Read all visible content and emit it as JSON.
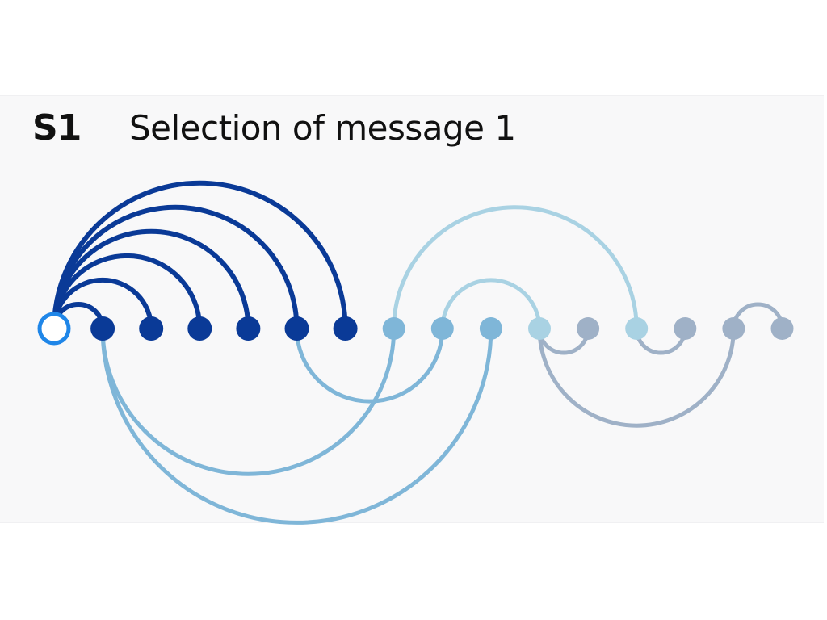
{
  "figure": {
    "label": "S1",
    "title": "Selection of message 1"
  },
  "colors": {
    "dark_blue": "#0a3a97",
    "mid_blue": "#7fb6d8",
    "light_blue": "#a9d2e3",
    "gray_blue": "#9fb1c7",
    "start_fill": "#ffffff",
    "start_stroke": "#1f86e8"
  },
  "nodes": [
    {
      "id": 0,
      "group": "start"
    },
    {
      "id": 1,
      "group": "dark_blue"
    },
    {
      "id": 2,
      "group": "dark_blue"
    },
    {
      "id": 3,
      "group": "dark_blue"
    },
    {
      "id": 4,
      "group": "dark_blue"
    },
    {
      "id": 5,
      "group": "dark_blue"
    },
    {
      "id": 6,
      "group": "dark_blue"
    },
    {
      "id": 7,
      "group": "mid_blue"
    },
    {
      "id": 8,
      "group": "mid_blue"
    },
    {
      "id": 9,
      "group": "mid_blue"
    },
    {
      "id": 10,
      "group": "light_blue"
    },
    {
      "id": 11,
      "group": "gray_blue"
    },
    {
      "id": 12,
      "group": "light_blue"
    },
    {
      "id": 13,
      "group": "gray_blue"
    },
    {
      "id": 14,
      "group": "gray_blue"
    },
    {
      "id": 15,
      "group": "gray_blue"
    }
  ],
  "arcs": [
    {
      "from": 0,
      "to": 1,
      "side": "above",
      "color": "dark_blue"
    },
    {
      "from": 0,
      "to": 2,
      "side": "above",
      "color": "dark_blue"
    },
    {
      "from": 0,
      "to": 3,
      "side": "above",
      "color": "dark_blue"
    },
    {
      "from": 0,
      "to": 4,
      "side": "above",
      "color": "dark_blue"
    },
    {
      "from": 0,
      "to": 5,
      "side": "above",
      "color": "dark_blue"
    },
    {
      "from": 0,
      "to": 6,
      "side": "above",
      "color": "dark_blue"
    },
    {
      "from": 7,
      "to": 12,
      "side": "above",
      "color": "light_blue"
    },
    {
      "from": 8,
      "to": 10,
      "side": "above",
      "color": "light_blue"
    },
    {
      "from": 14,
      "to": 15,
      "side": "above",
      "color": "gray_blue"
    },
    {
      "from": 1,
      "to": 7,
      "side": "below",
      "color": "mid_blue"
    },
    {
      "from": 1,
      "to": 9,
      "side": "below",
      "color": "mid_blue"
    },
    {
      "from": 5,
      "to": 8,
      "side": "below",
      "color": "mid_blue"
    },
    {
      "from": 10,
      "to": 11,
      "side": "below",
      "color": "gray_blue"
    },
    {
      "from": 12,
      "to": 13,
      "side": "below",
      "color": "gray_blue"
    },
    {
      "from": 10,
      "to": 14,
      "side": "below",
      "color": "gray_blue"
    }
  ]
}
